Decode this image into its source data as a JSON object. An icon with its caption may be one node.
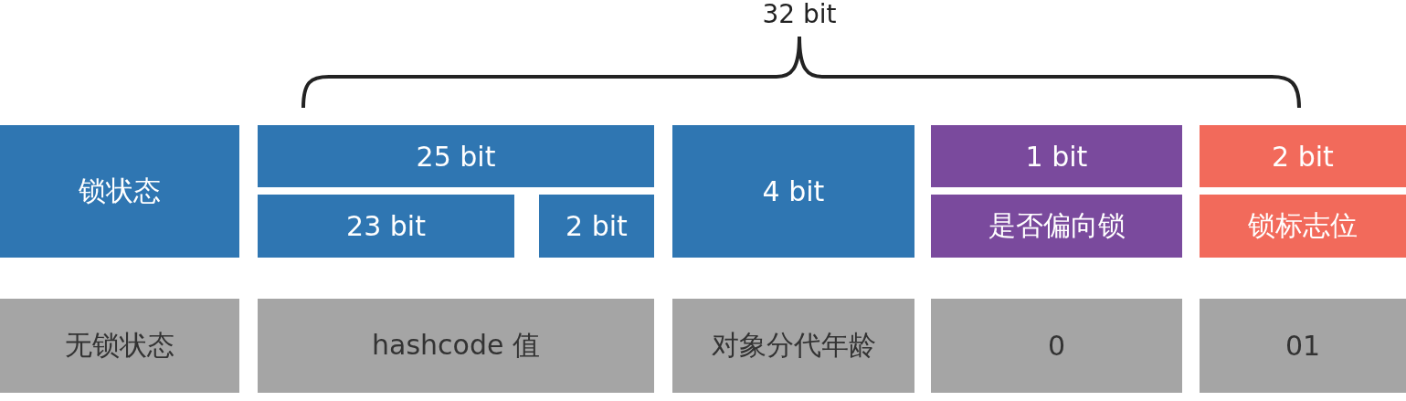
{
  "diagram": {
    "nodes": [
      {
        "text": [
          "锁状态"
        ]
      },
      {
        "text": [
          "25 bit"
        ]
      },
      {
        "text": [
          "23 bit"
        ]
      },
      {
        "text": [
          "2 bit"
        ]
      },
      {
        "text": [
          "4 bit"
        ]
      },
      {
        "text": [
          "1 bit"
        ]
      },
      {
        "text": [
          "是否偏向锁"
        ]
      },
      {
        "text": [
          "2 bit"
        ]
      },
      {
        "text": [
          "锁标志位"
        ]
      },
      {
        "text": [
          "无锁状态"
        ]
      },
      {
        "text": [
          "hashcode 值"
        ]
      },
      {
        "text": [
          "对象分代年龄"
        ]
      },
      {
        "text": [
          "0"
        ]
      },
      {
        "text": [
          "01"
        ]
      }
    ],
    "labels": [
      "32 bit"
    ]
  }
}
